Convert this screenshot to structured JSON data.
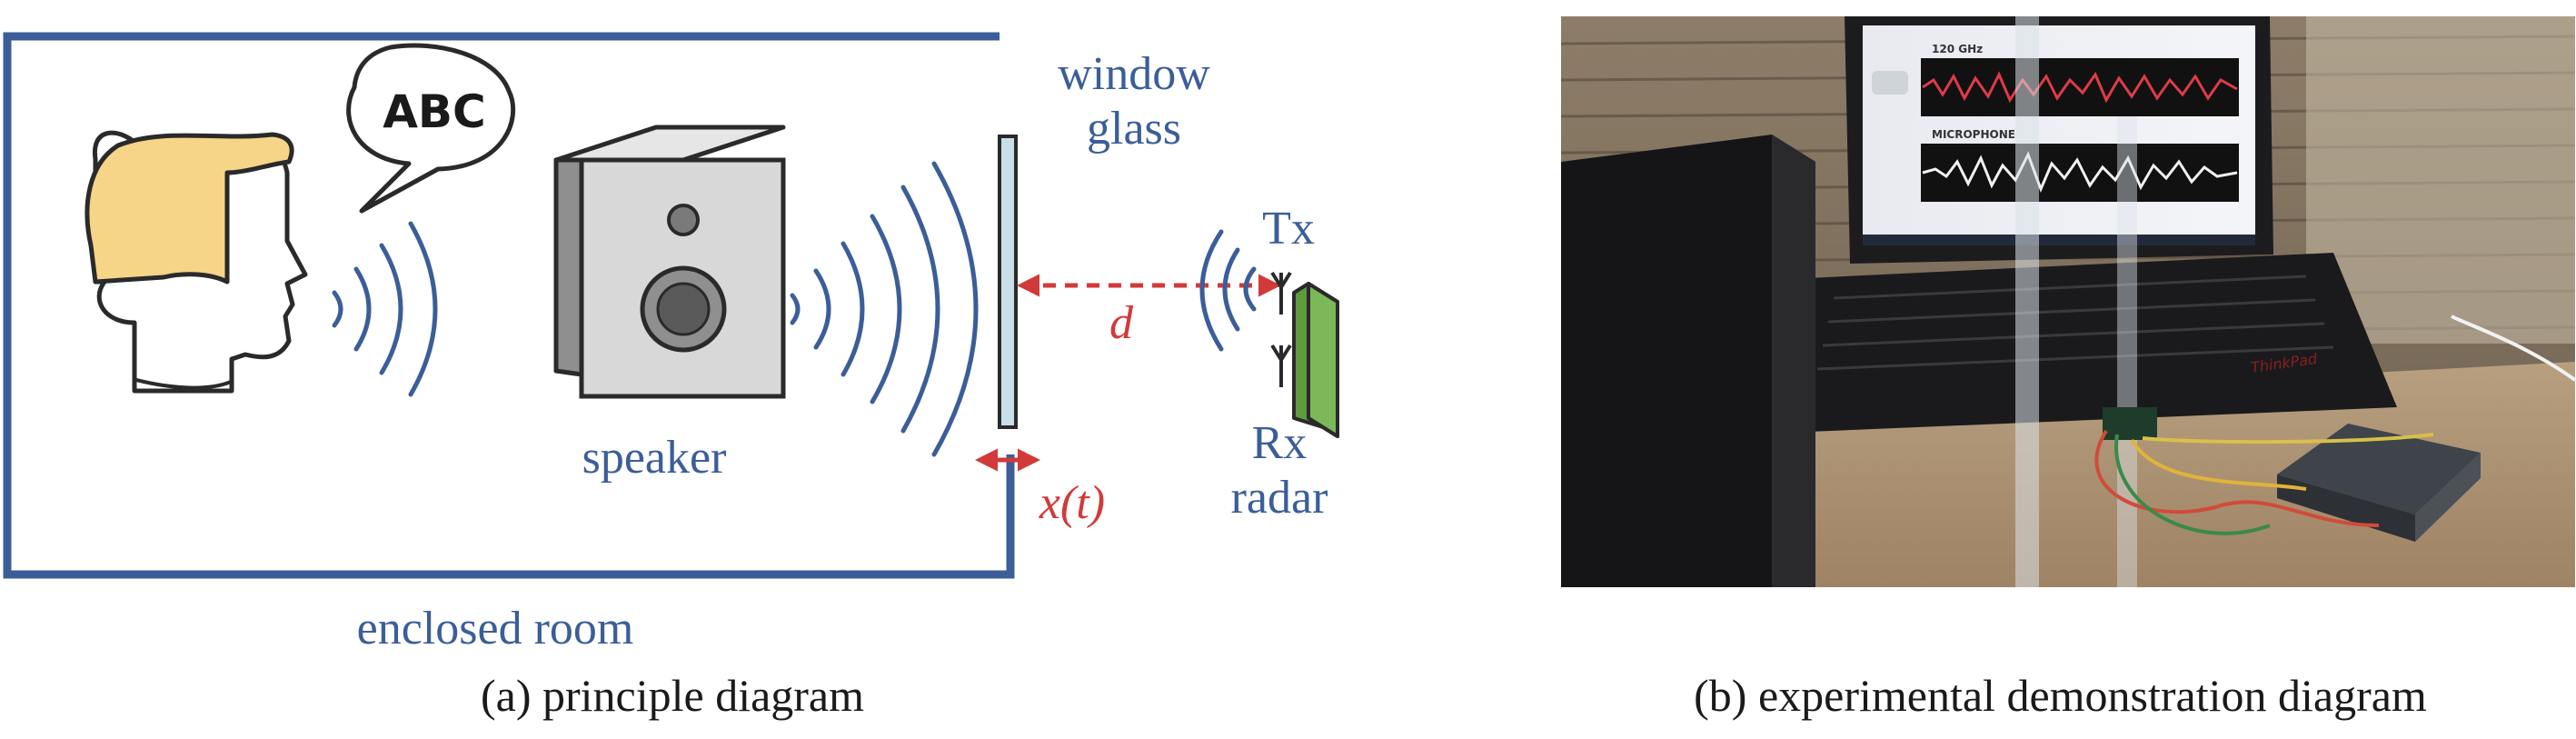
{
  "panel_a": {
    "caption": "(a) principle diagram",
    "speech_bubble_text": "ABC",
    "label_speaker": "speaker",
    "label_window_line1": "window",
    "label_window_line2": "glass",
    "label_tx": "Tx",
    "label_rx": "Rx",
    "label_radar": "radar",
    "label_distance": "d",
    "label_displacement": "x(t)",
    "label_room": "enclosed room",
    "colors": {
      "room_border": "#3b5e99",
      "wave": "#3b5e99",
      "label_blue": "#3b5e99",
      "red_annotation": "#d23a3a",
      "hair": "#f6d488",
      "radar_green": "#7ab85a",
      "glass": "#c9dfe8"
    }
  },
  "panel_b": {
    "caption": "(b) experimental demonstration diagram",
    "screen_label_top": "120 GHz",
    "screen_label_bottom": "MICROPHONE",
    "laptop_brand": "ThinkPad"
  }
}
